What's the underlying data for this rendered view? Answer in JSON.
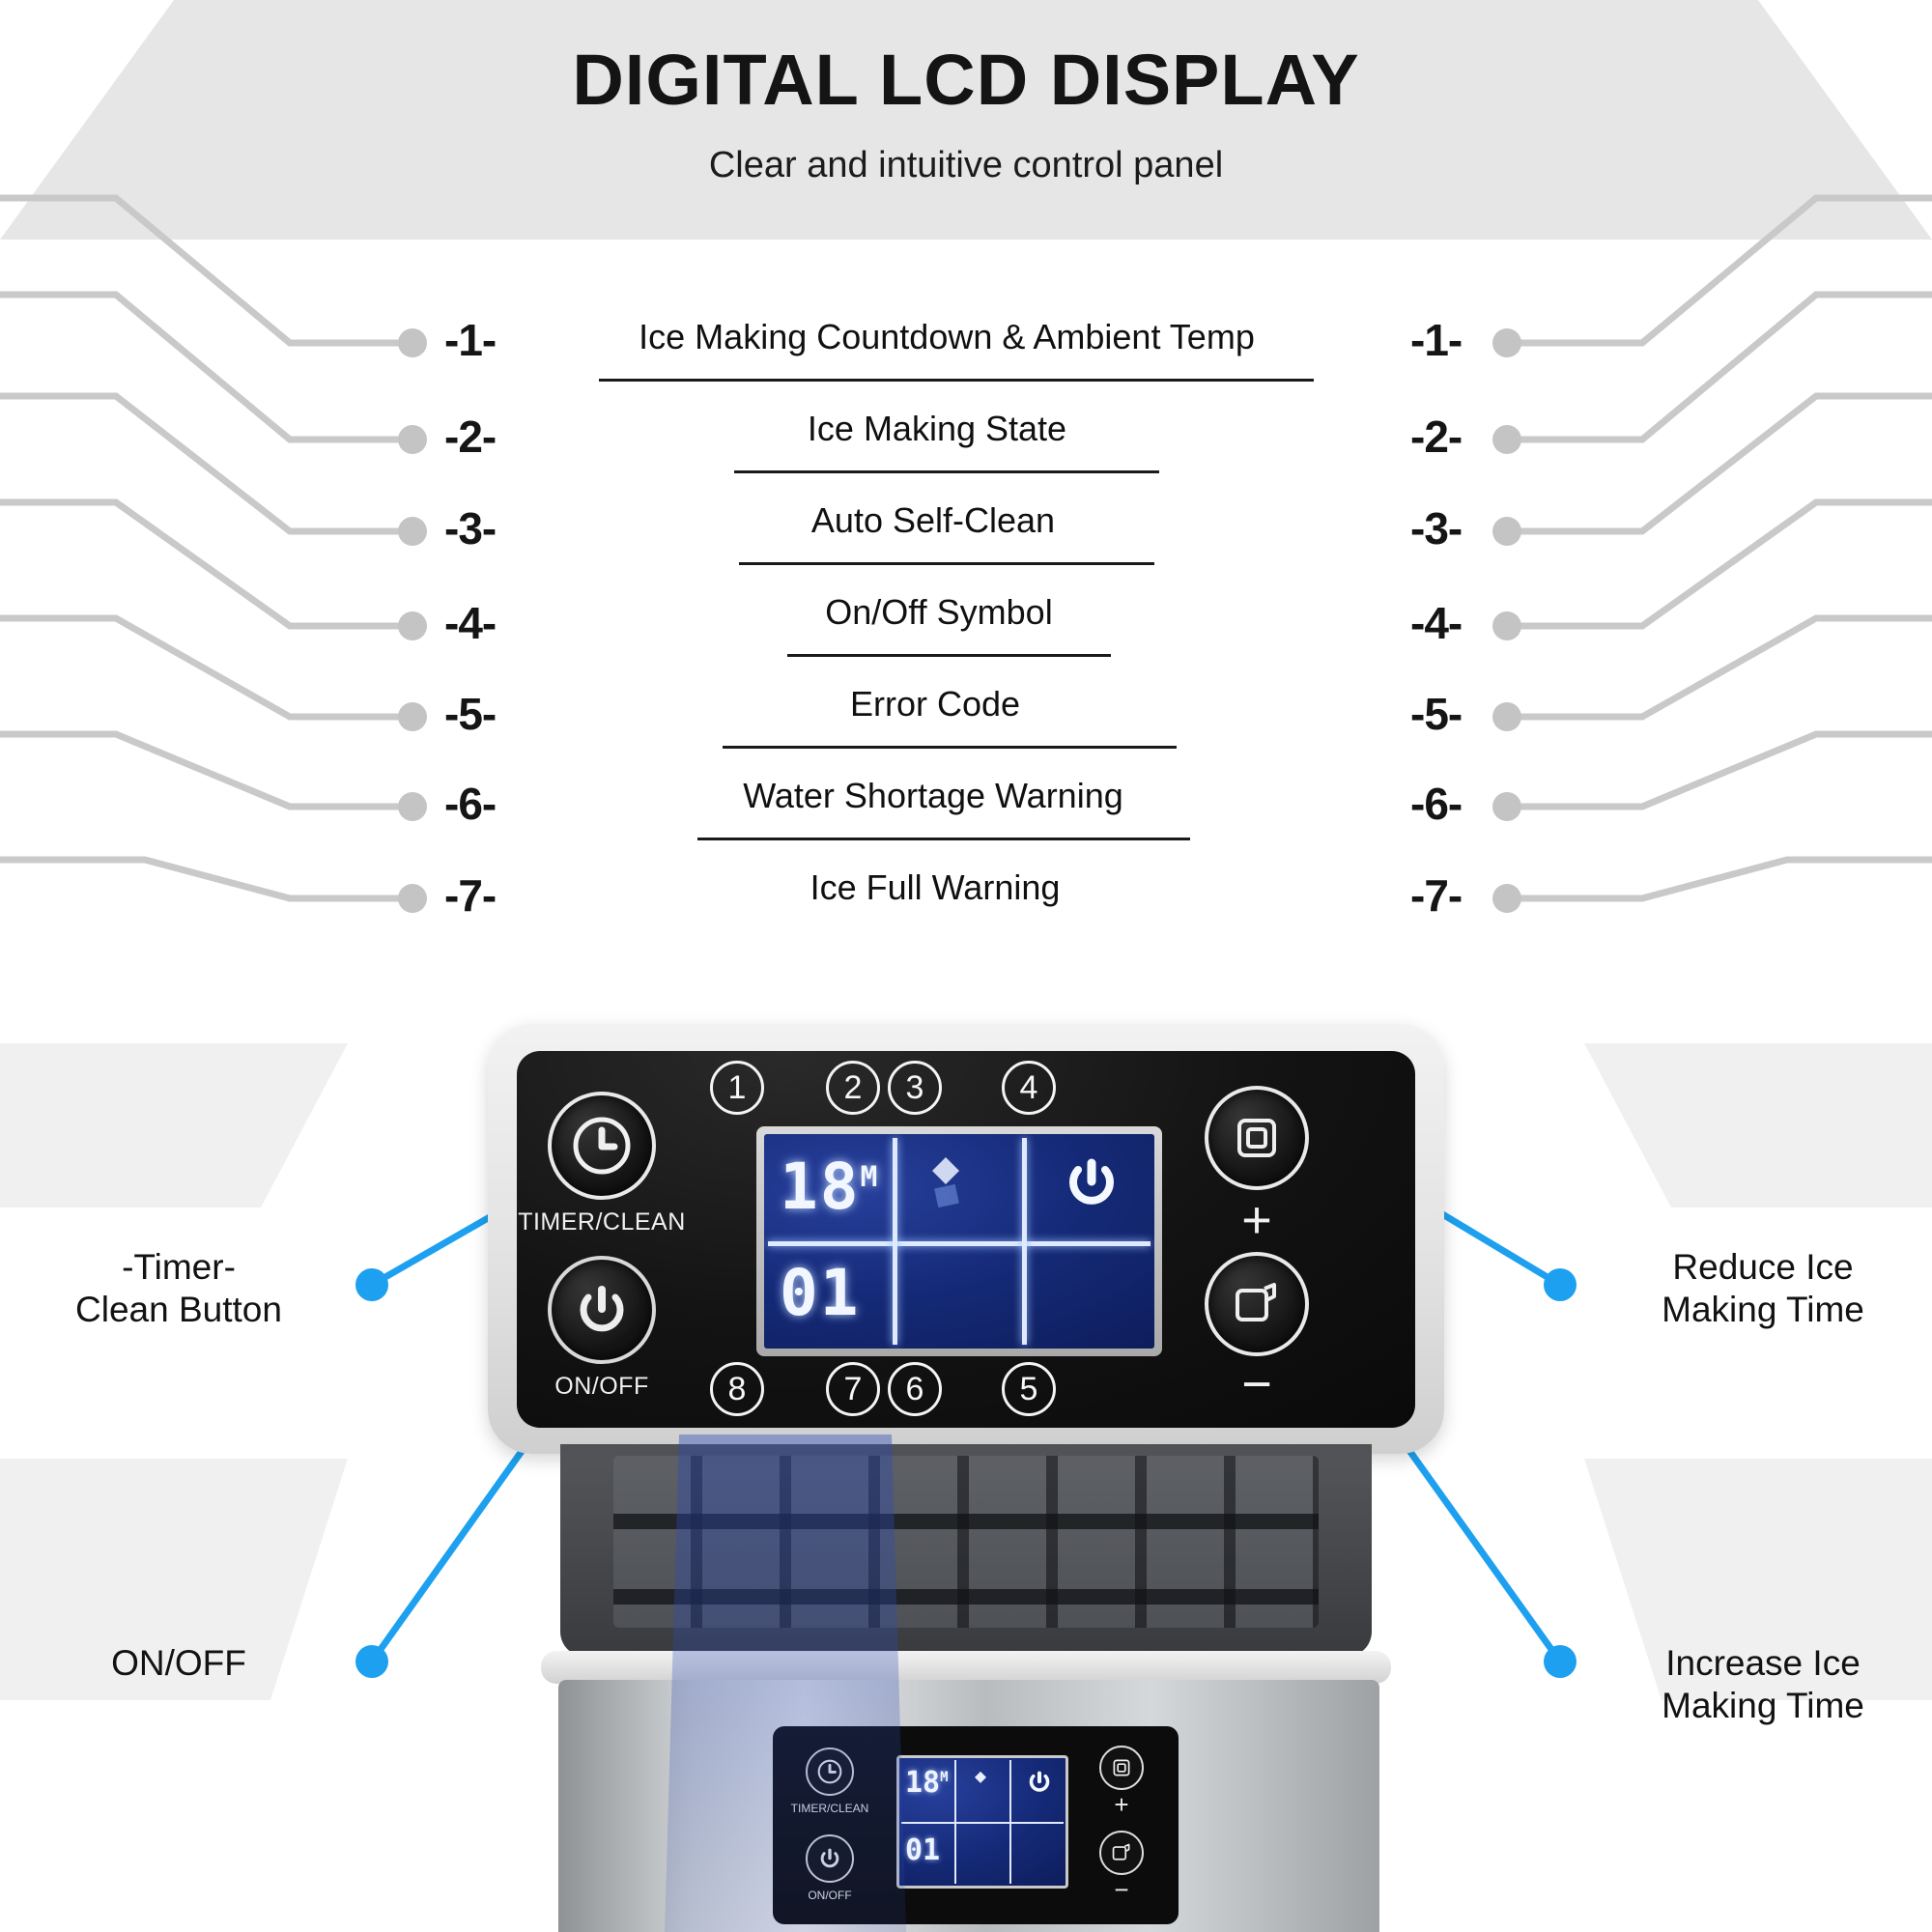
{
  "header": {
    "title": "DIGITAL LCD DISPLAY",
    "subtitle": "Clear and intuitive control panel"
  },
  "legend": {
    "numbers": [
      "-1-",
      "-2-",
      "-3-",
      "-4-",
      "-5-",
      "-6-",
      "-7-"
    ],
    "items": [
      "Ice Making Countdown & Ambient Temp",
      "Ice Making State",
      "Auto Self-Clean",
      "On/Off Symbol",
      "Error Code",
      "Water Shortage Warning",
      "Ice Full Warning"
    ]
  },
  "panel": {
    "timer_button_label": "TIMER/CLEAN",
    "power_button_label": "ON/OFF",
    "plus_symbol": "+",
    "minus_symbol": "−",
    "top_markers": [
      "1",
      "2",
      "3",
      "4"
    ],
    "bottom_markers": [
      "8",
      "7",
      "6",
      "5"
    ],
    "lcd": {
      "countdown": "18",
      "countdown_unit": "M",
      "secondary": "01",
      "power_icon": "power-symbol",
      "state_icon": "ice-making-icon"
    }
  },
  "callouts": {
    "left": [
      {
        "label": "-Timer-\nClean Button"
      },
      {
        "label": "ON/OFF"
      }
    ],
    "right": [
      {
        "label": "Reduce Ice\nMaking Time"
      },
      {
        "label": "Increase Ice\nMaking Time"
      }
    ]
  },
  "machine": {
    "mini_panel": {
      "timer_label": "TIMER/CLEAN",
      "power_label": "ON/OFF",
      "lcd_countdown": "18",
      "lcd_unit": "M",
      "lcd_secondary": "01",
      "plus_symbol": "+",
      "minus_symbol": "−"
    }
  },
  "colors": {
    "accent_blue": "#1ca0ef",
    "band_grey": "#e6e6e6",
    "guide_grey": "#c4c4c4",
    "lcd_blue": "#152a78"
  }
}
